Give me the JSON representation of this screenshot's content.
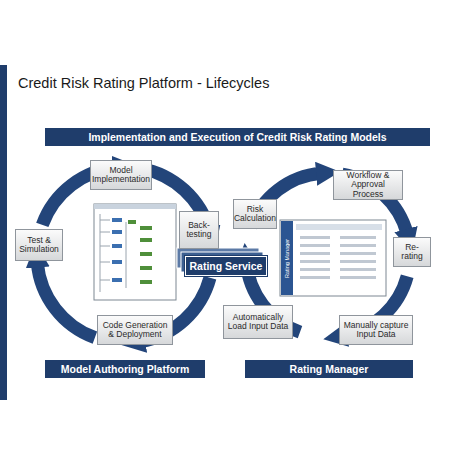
{
  "diagram": {
    "title": "Credit Risk Rating Platform - Lifecycles",
    "nodes": [
      {
        "text": [
          "Implementation and Execution of Credit Risk Rating Models"
        ]
      },
      {
        "text": [
          "Model Implementation"
        ]
      },
      {
        "text": [
          "Back-testing"
        ]
      },
      {
        "text": [
          "Test & Simulation"
        ]
      },
      {
        "text": [
          "Code Generation & Deployment"
        ]
      },
      {
        "text": [
          "Rating Service"
        ]
      },
      {
        "text": [
          "Risk Calculation"
        ]
      },
      {
        "text": [
          "Workflow & Approval Process"
        ]
      },
      {
        "text": [
          "Re-rating"
        ]
      },
      {
        "text": [
          "Manually capture Input Data"
        ]
      },
      {
        "text": [
          "Automatically Load Input Data"
        ]
      },
      {
        "text": [
          "Model Authoring Platform"
        ]
      },
      {
        "text": [
          "Rating Manager"
        ]
      }
    ],
    "labels": [
      "Rating Manager"
    ]
  }
}
